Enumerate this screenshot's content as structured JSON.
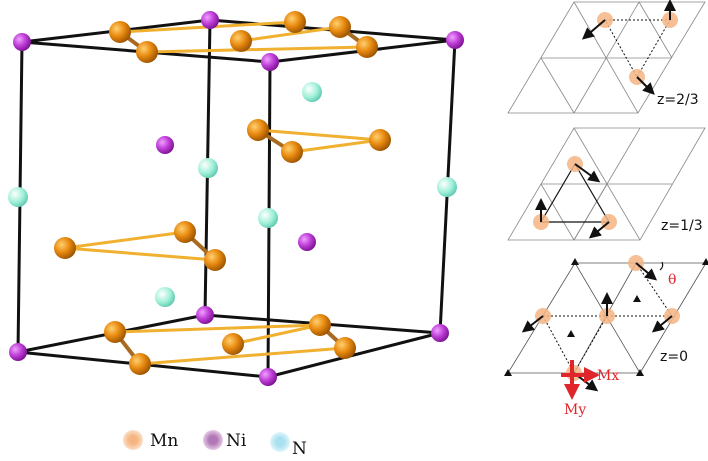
{
  "legend": [
    {
      "label": "Mn",
      "color": "#f5b583"
    },
    {
      "label": "Ni",
      "color": "#b277b5"
    },
    {
      "label": "N",
      "color": "#a8e0f0"
    }
  ],
  "colors": {
    "mn_atom": "#e88a10",
    "ni_atom": "#c040d8",
    "n_atom": "#9ff0d8",
    "bond": "#f0b030",
    "arrow": "#111111",
    "axis": "#e0262a"
  },
  "panels": {
    "top": {
      "label": "z=2/3"
    },
    "middle": {
      "label": "z=1/3"
    },
    "bottom": {
      "label": "z=0",
      "angle_label": "θ",
      "mx_label": "Mx",
      "my_label": "My"
    }
  }
}
